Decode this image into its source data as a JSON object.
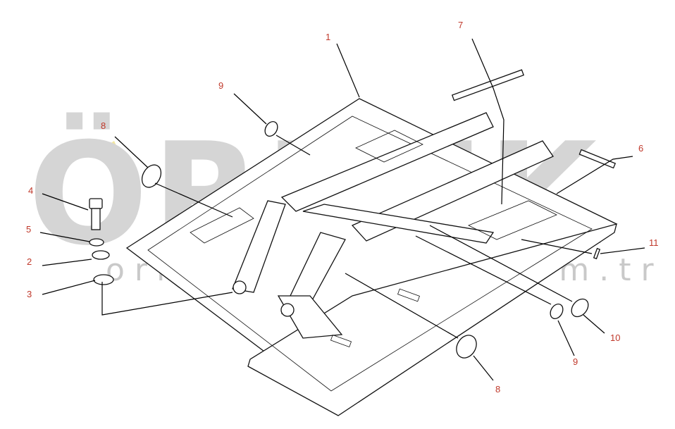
{
  "watermark": {
    "logo_text": "ÖRNEK",
    "url_text": "ornekmakinalar.com.tr"
  },
  "callouts": [
    {
      "id": "c1",
      "label": "1"
    },
    {
      "id": "c2",
      "label": "2"
    },
    {
      "id": "c3",
      "label": "3"
    },
    {
      "id": "c4",
      "label": "4"
    },
    {
      "id": "c5",
      "label": "5"
    },
    {
      "id": "c6",
      "label": "6"
    },
    {
      "id": "c7",
      "label": "7"
    },
    {
      "id": "c8a",
      "label": "8"
    },
    {
      "id": "c8b",
      "label": "8"
    },
    {
      "id": "c9a",
      "label": "9"
    },
    {
      "id": "c9b",
      "label": "9"
    },
    {
      "id": "c10",
      "label": "10"
    },
    {
      "id": "c11",
      "label": "11"
    }
  ],
  "colors": {
    "callout_text": "#c0392b",
    "watermark_gray": "#d5d5d5",
    "watermark_accent": "#f2e6a0"
  }
}
